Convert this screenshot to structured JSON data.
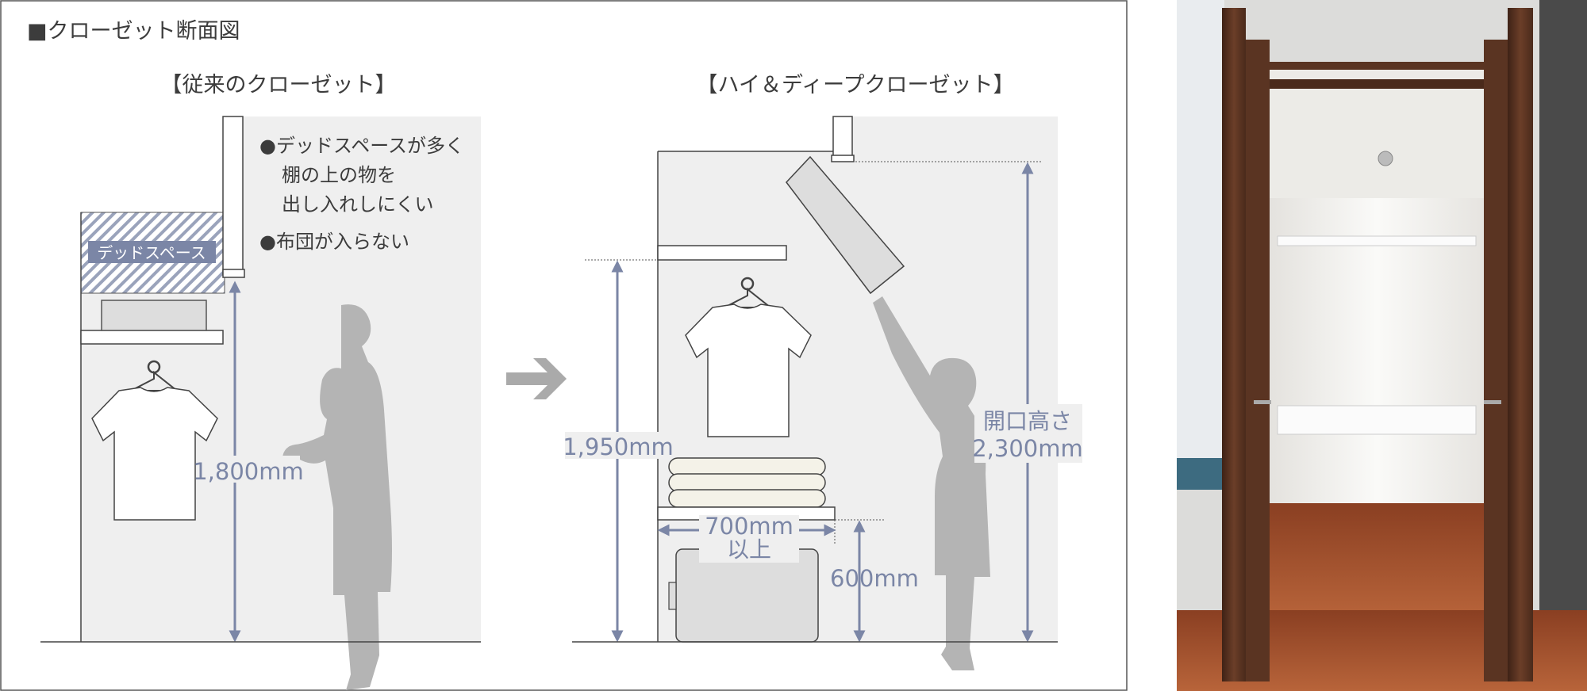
{
  "title": "■クローゼット断面図",
  "left": {
    "heading": "【従来のクローゼット】",
    "dead_space_label": "デッドスペース",
    "notes": [
      "●デッドスペースが多く",
      "棚の上の物を",
      "出し入れしにくい",
      "●布団が入らない"
    ],
    "height_label": "1,800mm"
  },
  "right": {
    "heading": "【ハイ＆ディープクローゼット】",
    "shelf_height_label": "1,950mm",
    "opening_label_1": "開口高さ",
    "opening_label_2": "2,300mm",
    "depth_label_1": "700mm",
    "depth_label_2": "以上",
    "lower_shelf_label": "600mm"
  },
  "colors": {
    "dimension": "#7b86a6",
    "panel": "#efefef",
    "silhouette": "#b4b4b4",
    "door": "#5a3422",
    "floor": "#a8552f"
  }
}
